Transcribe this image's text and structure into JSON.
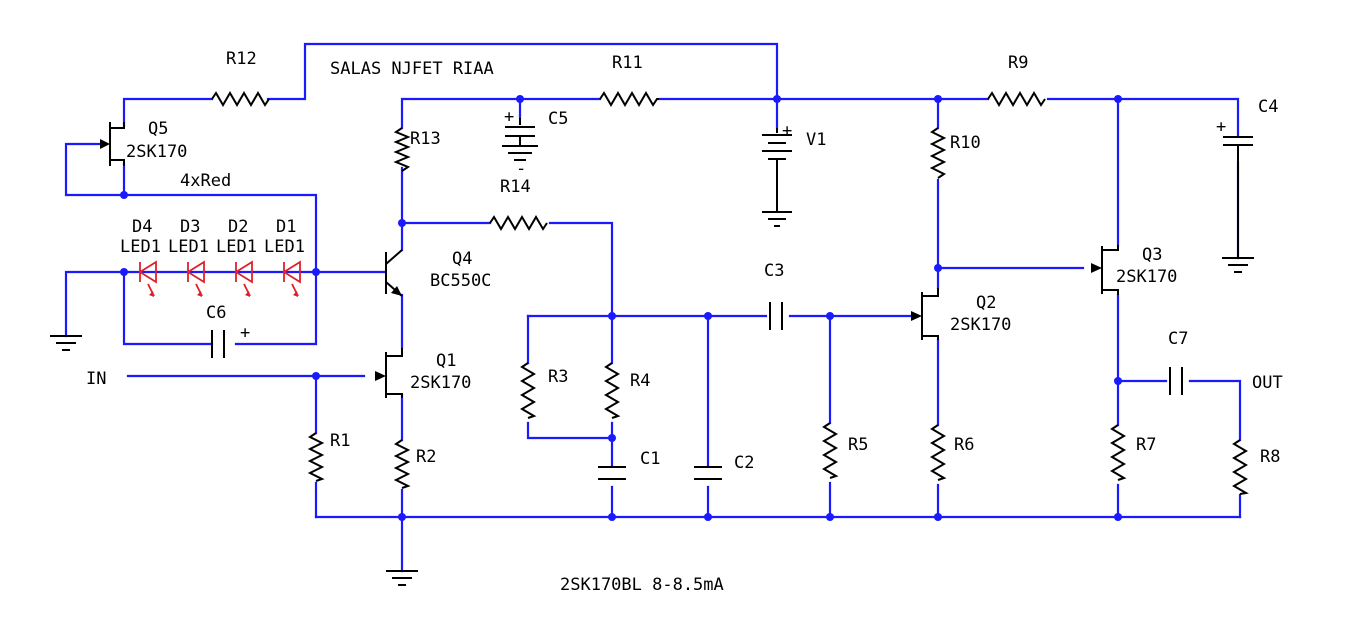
{
  "title": "SALAS NJFET RIAA",
  "footer_note": "2SK170BL 8-8.5mA",
  "ports": {
    "input": "IN",
    "output": "OUT"
  },
  "led_string_label": "4xRed",
  "colors": {
    "wire": "#1a1aff",
    "component": "#000000",
    "led": "#e0202a"
  },
  "components": {
    "R1": {
      "ref": "R1"
    },
    "R2": {
      "ref": "R2"
    },
    "R3": {
      "ref": "R3"
    },
    "R4": {
      "ref": "R4"
    },
    "R5": {
      "ref": "R5"
    },
    "R6": {
      "ref": "R6"
    },
    "R7": {
      "ref": "R7"
    },
    "R8": {
      "ref": "R8"
    },
    "R9": {
      "ref": "R9"
    },
    "R10": {
      "ref": "R10"
    },
    "R11": {
      "ref": "R11"
    },
    "R12": {
      "ref": "R12"
    },
    "R13": {
      "ref": "R13"
    },
    "R14": {
      "ref": "R14"
    },
    "C1": {
      "ref": "C1"
    },
    "C2": {
      "ref": "C2"
    },
    "C3": {
      "ref": "C3"
    },
    "C4": {
      "ref": "C4"
    },
    "C5": {
      "ref": "C5"
    },
    "C6": {
      "ref": "C6"
    },
    "C7": {
      "ref": "C7"
    },
    "Q1": {
      "ref": "Q1",
      "part": "2SK170"
    },
    "Q2": {
      "ref": "Q2",
      "part": "2SK170"
    },
    "Q3": {
      "ref": "Q3",
      "part": "2SK170"
    },
    "Q4": {
      "ref": "Q4",
      "part": "BC550C"
    },
    "Q5": {
      "ref": "Q5",
      "part": "2SK170"
    },
    "V1": {
      "ref": "V1"
    },
    "D1": {
      "ref": "D1",
      "part": "LED1"
    },
    "D2": {
      "ref": "D2",
      "part": "LED1"
    },
    "D3": {
      "ref": "D3",
      "part": "LED1"
    },
    "D4": {
      "ref": "D4",
      "part": "LED1"
    }
  },
  "polarity_marks": {
    "plus": "+",
    "minus": "-"
  }
}
